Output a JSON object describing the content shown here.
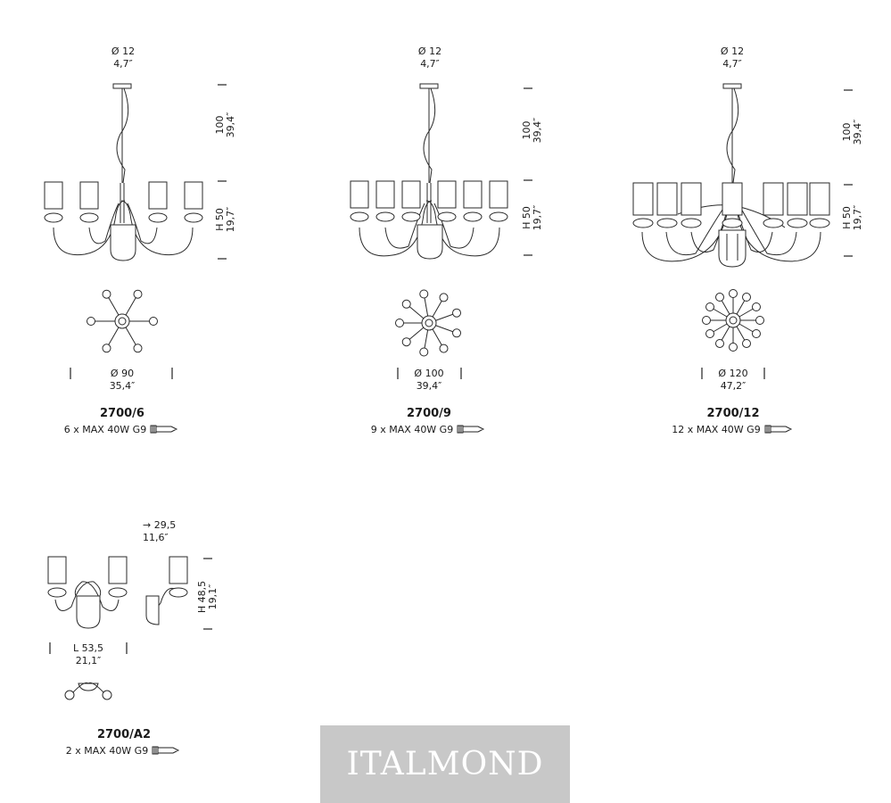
{
  "products": [
    {
      "id": "p6",
      "top_diameter": {
        "cm": "Ø 12",
        "in": "4,7″"
      },
      "cable": {
        "cm": "100",
        "in": "39,4″"
      },
      "height": {
        "cm": "H 50",
        "in": "19,7″"
      },
      "width": {
        "cm": "Ø 90",
        "in": "35,4″"
      },
      "code": "2700/6",
      "spec": "6 x MAX 40W G9",
      "arms": 6
    },
    {
      "id": "p9",
      "top_diameter": {
        "cm": "Ø 12",
        "in": "4,7″"
      },
      "cable": {
        "cm": "100",
        "in": "39,4″"
      },
      "height": {
        "cm": "H 50",
        "in": "19,7″"
      },
      "width": {
        "cm": "Ø 100",
        "in": "39,4″"
      },
      "code": "2700/9",
      "spec": "9 x MAX 40W G9",
      "arms": 9
    },
    {
      "id": "p12",
      "top_diameter": {
        "cm": "Ø 12",
        "in": "4,7″"
      },
      "cable": {
        "cm": "100",
        "in": "39,4″"
      },
      "height": {
        "cm": "H 50",
        "in": "19,7″"
      },
      "width": {
        "cm": "Ø 120",
        "in": "47,2″"
      },
      "code": "2700/12",
      "spec": "12 x MAX 40W G9",
      "arms": 12
    }
  ],
  "wall": {
    "depth": {
      "cm": "→ 29,5",
      "in": "11,6″"
    },
    "height": {
      "cm": "H 48,5",
      "in": "19,1″"
    },
    "length": {
      "cm": "L 53,5",
      "in": "21,1″"
    },
    "code": "2700/A2",
    "spec": "2 x MAX 40W G9"
  },
  "brand": "ITALMOND",
  "icons": {
    "bulb": "g9-bulb-icon"
  }
}
